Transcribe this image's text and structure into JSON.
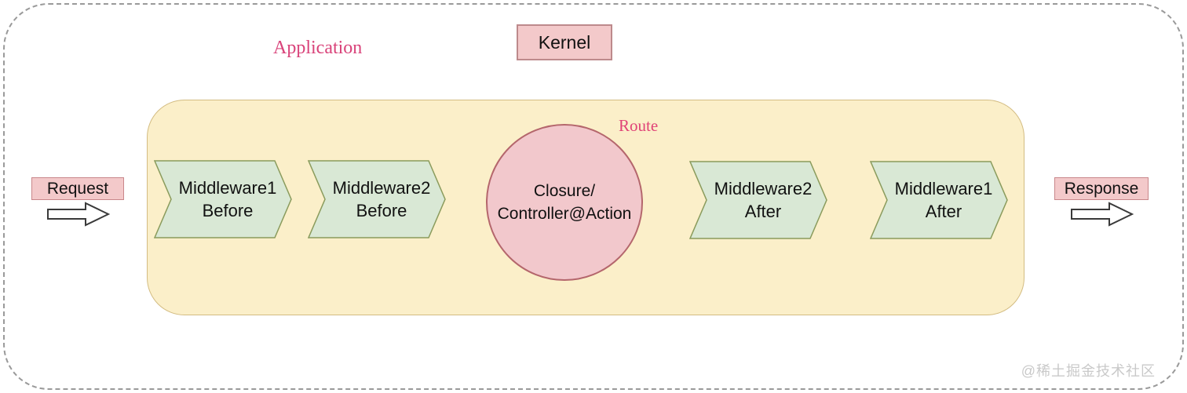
{
  "diagram": {
    "application_label": "Application",
    "kernel_label": "Kernel",
    "route_label": "Route",
    "request_label": "Request",
    "response_label": "Response",
    "circle": {
      "line1": "Closure/",
      "line2": "Controller@Action"
    },
    "middlewares": [
      {
        "line1": "Middleware1",
        "line2": "Before"
      },
      {
        "line1": "Middleware2",
        "line2": "Before"
      },
      {
        "line1": "Middleware2",
        "line2": "After"
      },
      {
        "line1": "Middleware1",
        "line2": "After"
      }
    ]
  },
  "colors": {
    "pink_fill": "#f3c9ca",
    "pink_border": "#c9878b",
    "circle_border": "#b4666c",
    "yellow_fill": "#fbefc9",
    "yellow_border": "#d3bc82",
    "green_fill": "#d9e8d5",
    "green_border": "#8a9b5c",
    "label_pink": "#d9437a",
    "frame_gray": "#9a9a9a"
  },
  "watermark": "@稀土掘金技术社区"
}
